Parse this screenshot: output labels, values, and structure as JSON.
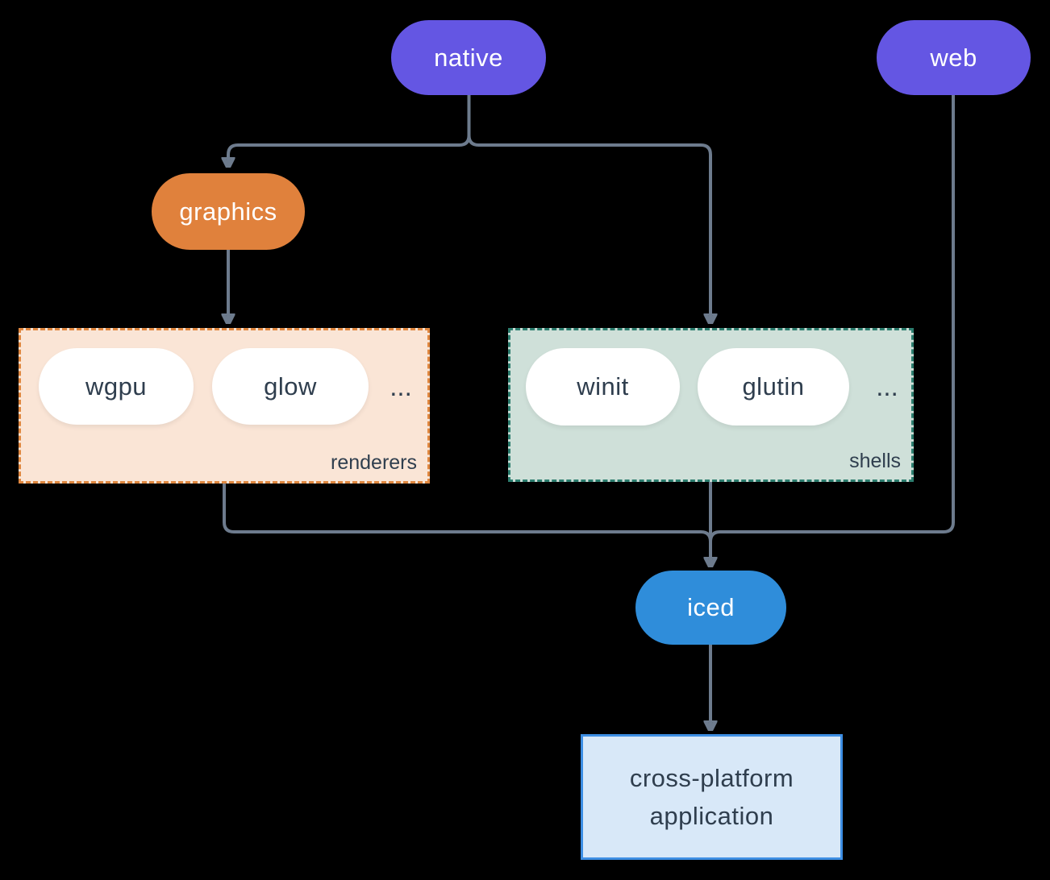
{
  "colors": {
    "bg": "#000000",
    "purple": "#6456e3",
    "orange": "#e0813c",
    "blue": "#2f8dda",
    "line": "#6d7b8d",
    "dark-text": "#2f3e4e",
    "white": "#ffffff",
    "renderers-fill": "#fae5d6",
    "renderers-border": "#e0873f",
    "shells-fill": "#cfe0d9",
    "shells-border": "#2c7d6e",
    "app-fill": "#d8e8f8",
    "app-border": "#3d8ee3"
  },
  "nodes": {
    "native": "native",
    "web": "web",
    "graphics": "graphics",
    "iced": "iced",
    "app_line1": "cross-platform",
    "app_line2": "application"
  },
  "groups": {
    "renderers": {
      "label": "renderers",
      "items": [
        "wgpu",
        "glow"
      ],
      "ellipsis": "..."
    },
    "shells": {
      "label": "shells",
      "items": [
        "winit",
        "glutin"
      ],
      "ellipsis": "..."
    }
  }
}
